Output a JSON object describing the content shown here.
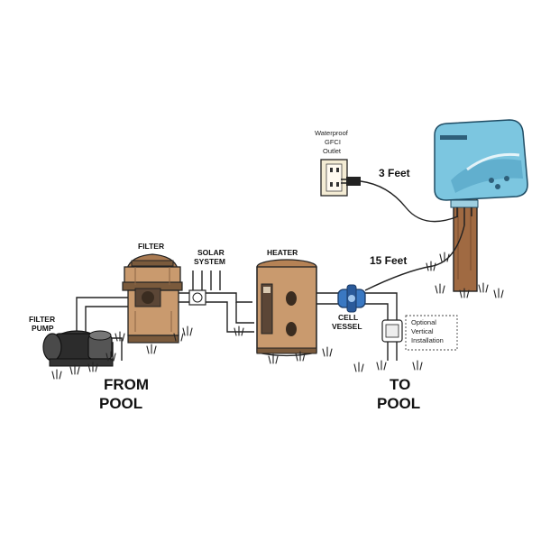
{
  "labels": {
    "filter": "FILTER",
    "filter_pump_line1": "FILTER",
    "filter_pump_line2": "PUMP",
    "solar_line1": "SOLAR",
    "solar_line2": "SYSTEM",
    "heater": "HEATER",
    "cell_line1": "CELL",
    "cell_line2": "VESSEL",
    "optional_line1": "Optional",
    "optional_line2": "Vertical",
    "optional_line3": "Installation",
    "gfci_line1": "Waterproof",
    "gfci_line2": "GFCI",
    "gfci_line3": "Outlet",
    "three_feet": "3 Feet",
    "fifteen_feet": "15 Feet",
    "from_pool_line1": "FROM",
    "from_pool_line2": "POOL",
    "to_pool_line1": "TO",
    "to_pool_line2": "POOL"
  },
  "colors": {
    "equipment_tan": "#c99a6e",
    "equipment_dark": "#7a5a3c",
    "control_box_blue": "#7cc6e0",
    "cell_blue": "#3a78c2",
    "post_brown": "#a06a42"
  }
}
